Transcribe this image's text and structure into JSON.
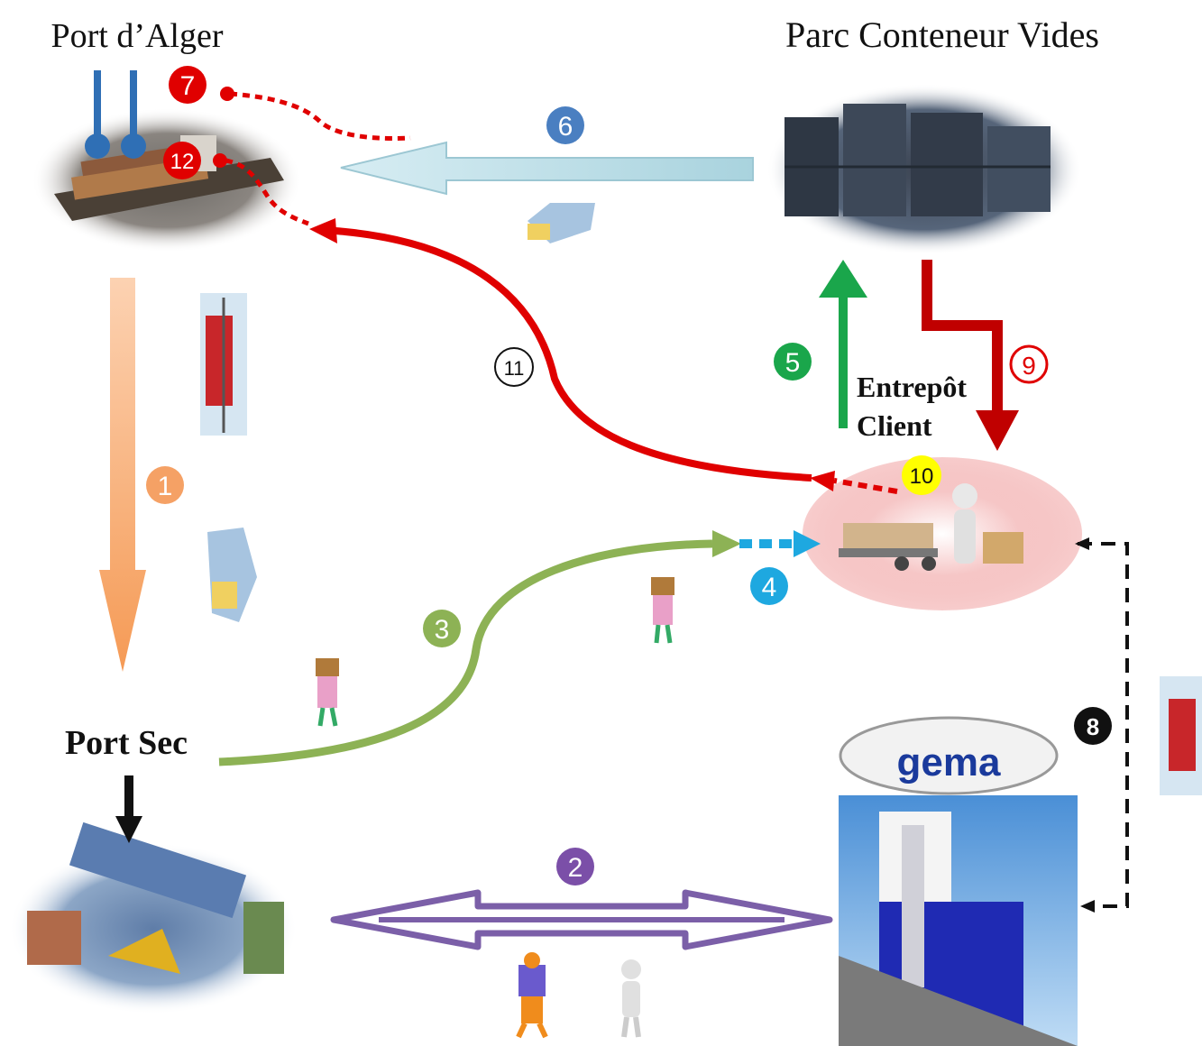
{
  "places": {
    "port_alger": "Port d’Alger",
    "parc_conteneur": "Parc Conteneur Vides",
    "entrepot_line1": "Entrepôt",
    "entrepot_line2": "Client",
    "port_sec": "Port Sec",
    "gema_logo": "gema"
  },
  "steps": {
    "s1": "1",
    "s2": "2",
    "s3": "3",
    "s4": "4",
    "s5": "5",
    "s6": "6",
    "s7": "7",
    "s8": "8",
    "s9": "9",
    "s10": "10",
    "s11": "11",
    "s12": "12"
  },
  "colors": {
    "orange_flow": "#f5a165",
    "purple_flow": "#7b5fa8",
    "green_flow": "#8db255",
    "cyan_flow": "#1ea8e0",
    "bright_green": "#1aa64b",
    "red_flow": "#e00000",
    "dark_red": "#c00000",
    "light_blue_flow": "#b9dce6",
    "badge_blue": "#4a7fc1",
    "badge_yellow": "#ffff00"
  },
  "icons": [
    "port-ship-icon",
    "container-yard-icon",
    "warehouse-worker-icon",
    "dry-port-crane-icon",
    "gema-building-icon",
    "truck-icon",
    "porter-icon",
    "document-icon",
    "thinking-person-icon"
  ]
}
